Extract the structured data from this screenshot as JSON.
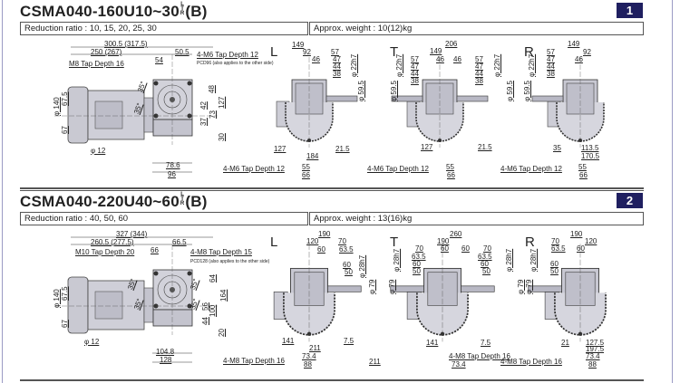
{
  "sections": [
    {
      "title_main": "CSMA040-160U10~30",
      "title_sub": [
        "L",
        "T",
        "R"
      ],
      "title_suffix": "(B)",
      "badge": "1",
      "ratio": "Reduction ratio : 10, 15, 20, 25, 30",
      "weight": "Approx. weight : 10(12)kg",
      "views": {
        "side": [
          "300.5 (317.5)",
          "250 (267)",
          "50.5",
          "54",
          "M8 Tap Depth 16",
          "4-M6 Tap Depth 12",
          "PCD96 (also applies to the other side)",
          "35°",
          "35°",
          "φ 140",
          "67.5",
          "67",
          "48",
          "127",
          "42",
          "73",
          "37",
          "30",
          "φ 12",
          "78.6",
          "96"
        ],
        "L": [
          "L",
          "149",
          "92",
          "57",
          "46",
          "47",
          "44",
          "38",
          "φ 22h7",
          "φ 59.5",
          "127",
          "21.5",
          "184",
          "4-M6 Tap Depth 12",
          "55",
          "66"
        ],
        "T": [
          "T",
          "206",
          "149",
          "57",
          "46",
          "46",
          "57",
          "47",
          "44",
          "38",
          "47",
          "44",
          "38",
          "φ 22h7",
          "φ 22h7",
          "φ 59.5",
          "φ 59.5",
          "127",
          "21.5",
          "4-M6 Tap Depth 12",
          "55",
          "66"
        ],
        "R": [
          "R",
          "149",
          "57",
          "92",
          "47",
          "46",
          "44",
          "38",
          "φ 22h7",
          "φ 59.5",
          "35",
          "113.5",
          "170.5",
          "4-M6 Tap Depth 12",
          "55",
          "66"
        ]
      }
    },
    {
      "title_main": "CSMA040-220U40~60",
      "title_sub": [
        "L",
        "T",
        "R"
      ],
      "title_suffix": "(B)",
      "badge": "2",
      "ratio": "Reduction ratio : 40, 50, 60",
      "weight": "Approx. weight : 13(16)kg",
      "views": {
        "side": [
          "327 (344)",
          "260.5 (277.5)",
          "66.5",
          "66",
          "M10 Tap Depth 20",
          "4-M8 Tap Depth 15",
          "PCD128 (also applies to the other side)",
          "35°",
          "35°",
          "35°",
          "35°",
          "φ 140",
          "67.5",
          "67",
          "64",
          "164",
          "56",
          "100",
          "44",
          "20",
          "φ 12",
          "104.8",
          "128"
        ],
        "L": [
          "L",
          "190",
          "120",
          "70",
          "60",
          "63.5",
          "60",
          "50",
          "φ 28h7",
          "φ 79",
          "141",
          "7.5",
          "211",
          "4-M8 Tap Depth 16",
          "73.4",
          "88"
        ],
        "T": [
          "T",
          "260",
          "190",
          "70",
          "60",
          "60",
          "70",
          "63.5",
          "60",
          "50",
          "63.5",
          "60",
          "50",
          "φ 28h7",
          "φ 28h7",
          "φ 79",
          "φ 79",
          "141",
          "7.5",
          "211",
          "4-M8 Tap Depth 16",
          "73.4",
          "88"
        ],
        "R": [
          "R",
          "190",
          "70",
          "120",
          "63.5",
          "60",
          "60",
          "50",
          "φ 28h7",
          "φ 79",
          "21",
          "127.5",
          "197.5",
          "4-M8 Tap Depth 16",
          "73.4",
          "88"
        ]
      }
    }
  ]
}
